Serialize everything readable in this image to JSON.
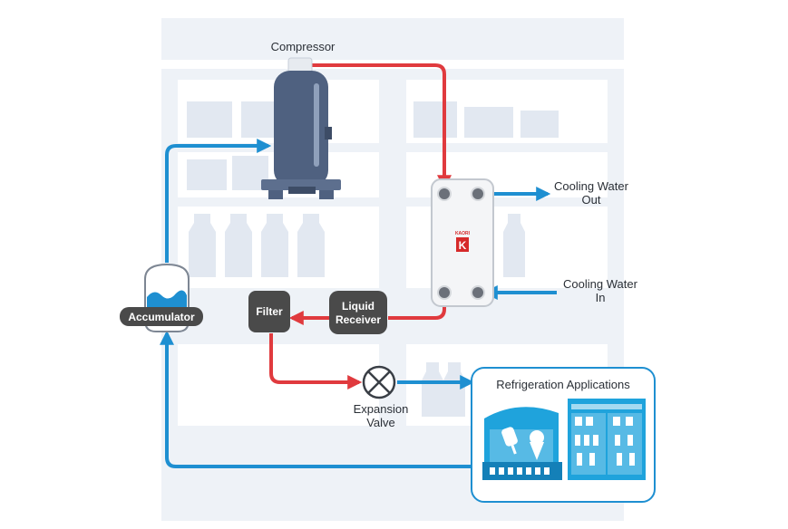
{
  "labels": {
    "compressor": "Compressor",
    "cooling_water_out_1": "Cooling Water",
    "cooling_water_out_2": "Out",
    "cooling_water_in_1": "Cooling Water",
    "cooling_water_in_2": "In",
    "liquid_receiver_1": "Liquid",
    "liquid_receiver_2": "Receiver",
    "filter": "Filter",
    "accumulator": "Accumulator",
    "expansion_valve_1": "Expansion",
    "expansion_valve_2": "Valve",
    "refrigeration_applications": "Refrigeration Applications",
    "heat_exchanger_logo": "K",
    "heat_exchanger_brand": "KAORI"
  },
  "colors": {
    "hot_line": "#e03a3e",
    "cold_line": "#1e8fd1",
    "background_shelves": "#eef2f7",
    "compressor_body": "#4f6180",
    "dark_box": "#4a4a4a",
    "refrigeration_blue": "#1fa3dc"
  }
}
